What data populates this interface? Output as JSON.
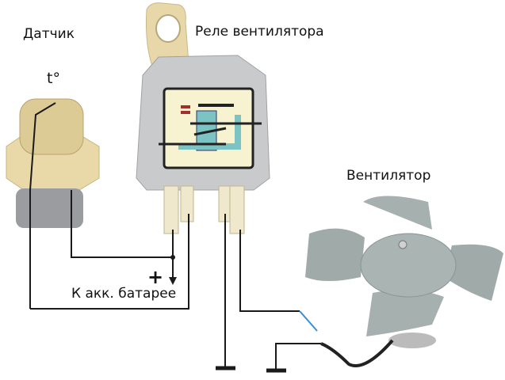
{
  "labels": {
    "sensor": "Датчик",
    "temperature": "t°",
    "relay": "Реле вентилятора",
    "fan": "Вентилятор",
    "battery": "К акк. батарее",
    "plus": "+"
  },
  "colors": {
    "wire": "#1a1a1a",
    "brass": "#e8d7a8",
    "relay_body": "#c9cacc",
    "relay_inner": "#f7f2cf",
    "coil_core": "#7cc4c4",
    "fan": "#9fa9a8",
    "blue_wire": "#3a8fd0"
  }
}
